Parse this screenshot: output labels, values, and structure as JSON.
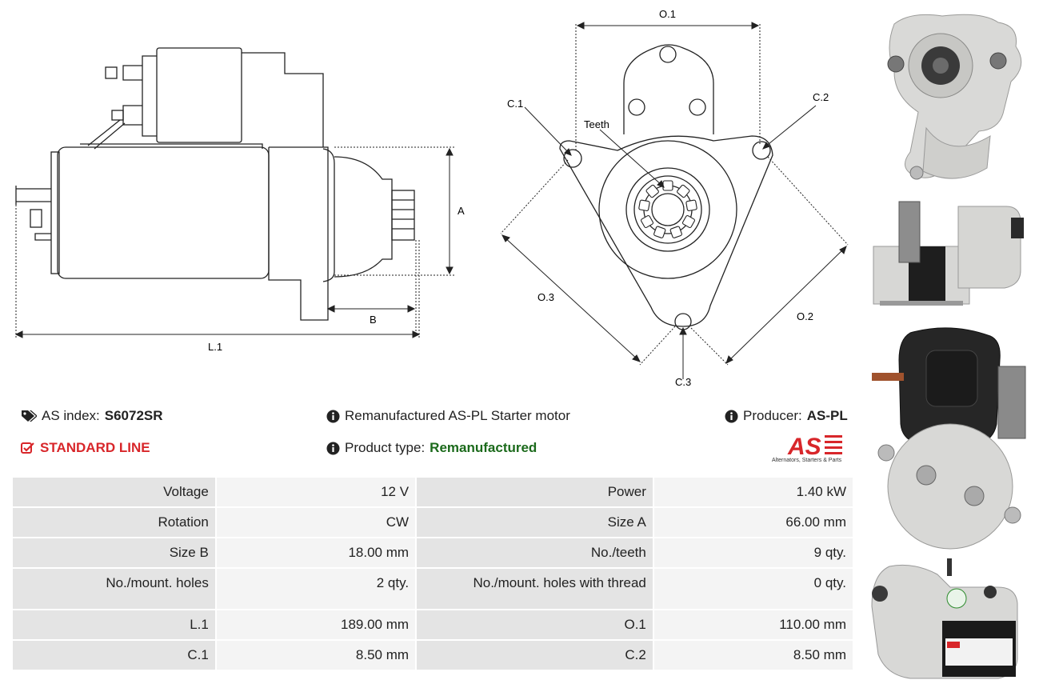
{
  "diagram_side": {
    "label_a": "A",
    "label_b": "B",
    "label_l1": "L.1"
  },
  "diagram_front": {
    "label_o1": "O.1",
    "label_o2": "O.2",
    "label_o3": "O.3",
    "label_c1": "C.1",
    "label_c2": "C.2",
    "label_c3": "C.3",
    "label_teeth": "Teeth"
  },
  "info": {
    "as_index_label": "AS index:",
    "as_index_value": "S6072SR",
    "line": "STANDARD LINE",
    "description": "Remanufactured AS-PL Starter motor",
    "product_type_label": "Product type:",
    "product_type_value": "Remanufactured",
    "producer_label": "Producer:",
    "producer_value": "AS-PL",
    "logo_text": "AS",
    "logo_tagline": "Alternators, Starters & Parts"
  },
  "specs": [
    {
      "k1": "Voltage",
      "v1": "12 V",
      "k2": "Power",
      "v2": "1.40 kW"
    },
    {
      "k1": "Rotation",
      "v1": "CW",
      "k2": "Size A",
      "v2": "66.00 mm"
    },
    {
      "k1": "Size B",
      "v1": "18.00 mm",
      "k2": "No./teeth",
      "v2": "9 qty."
    },
    {
      "k1": "No./mount. holes",
      "v1": "2 qty.",
      "k2": "No./mount. holes with thread",
      "v2": "0 qty."
    },
    {
      "k1": "L.1",
      "v1": "189.00 mm",
      "k2": "O.1",
      "v2": "110.00 mm"
    },
    {
      "k1": "C.1",
      "v1": "8.50 mm",
      "k2": "C.2",
      "v2": "8.50 mm"
    }
  ],
  "colors": {
    "red": "#d8262a",
    "green": "#1b6a1b",
    "key_cell": "#e4e4e4",
    "value_cell": "#f4f4f4"
  }
}
